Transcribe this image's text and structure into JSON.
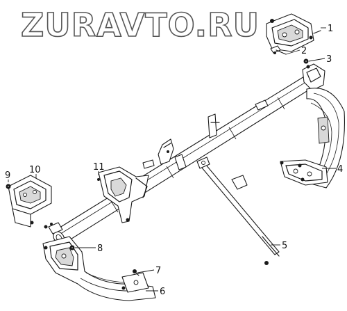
{
  "watermark": {
    "text": "ZURAVTO.RU"
  },
  "callouts": [
    {
      "number": "1"
    },
    {
      "number": "2"
    },
    {
      "number": "3"
    },
    {
      "number": "4"
    },
    {
      "number": "5"
    },
    {
      "number": "6"
    },
    {
      "number": "7"
    },
    {
      "number": "8"
    },
    {
      "number": "9"
    },
    {
      "number": "10"
    },
    {
      "number": "11"
    }
  ],
  "colors": {
    "line": "#1a1a1a",
    "background": "#ffffff",
    "shade": "#d9d9d9"
  }
}
